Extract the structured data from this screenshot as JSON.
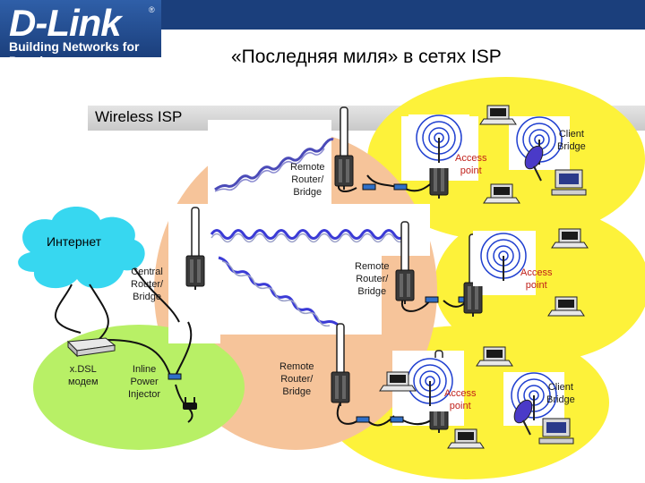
{
  "logo": {
    "brand": "D-Link",
    "tagline": "Building Networks for People",
    "registered": "®"
  },
  "slide": {
    "title": "«Последняя миля» в сетях ISP"
  },
  "section": {
    "label": "Wireless ISP"
  },
  "cloud": {
    "label": "Интернет"
  },
  "devices": {
    "xdsl": "x.DSL\nмодем",
    "injector": "Inline\nPower\nInjector",
    "central": "Central\nRouter/\nBridge",
    "remote_top": "Remote\nRouter/\nBridge",
    "remote_mid": "Remote\nRouter/\nBridge",
    "remote_bottom": "Remote\nRouter/\nBridge",
    "access_top": "Access\npoint",
    "access_mid": "Access\npoint",
    "access_bottom": "Access\npoint",
    "client_top": "Client\nBridge",
    "client_bottom": "Client\nBridge"
  },
  "colors": {
    "brand_blue": "#1b3f7c",
    "zone_yellow": "#fdf23a",
    "zone_peach": "#f6c49a",
    "zone_green": "#b8f066",
    "cloud_cyan": "#37d7f0",
    "wave_blue": "#3b3bd6",
    "access_red": "#c0201a"
  },
  "icons": [
    "antenna-icon",
    "laptop-icon",
    "desktop-computer-icon",
    "signal-waves-icon",
    "modem-icon",
    "power-plug-icon"
  ]
}
